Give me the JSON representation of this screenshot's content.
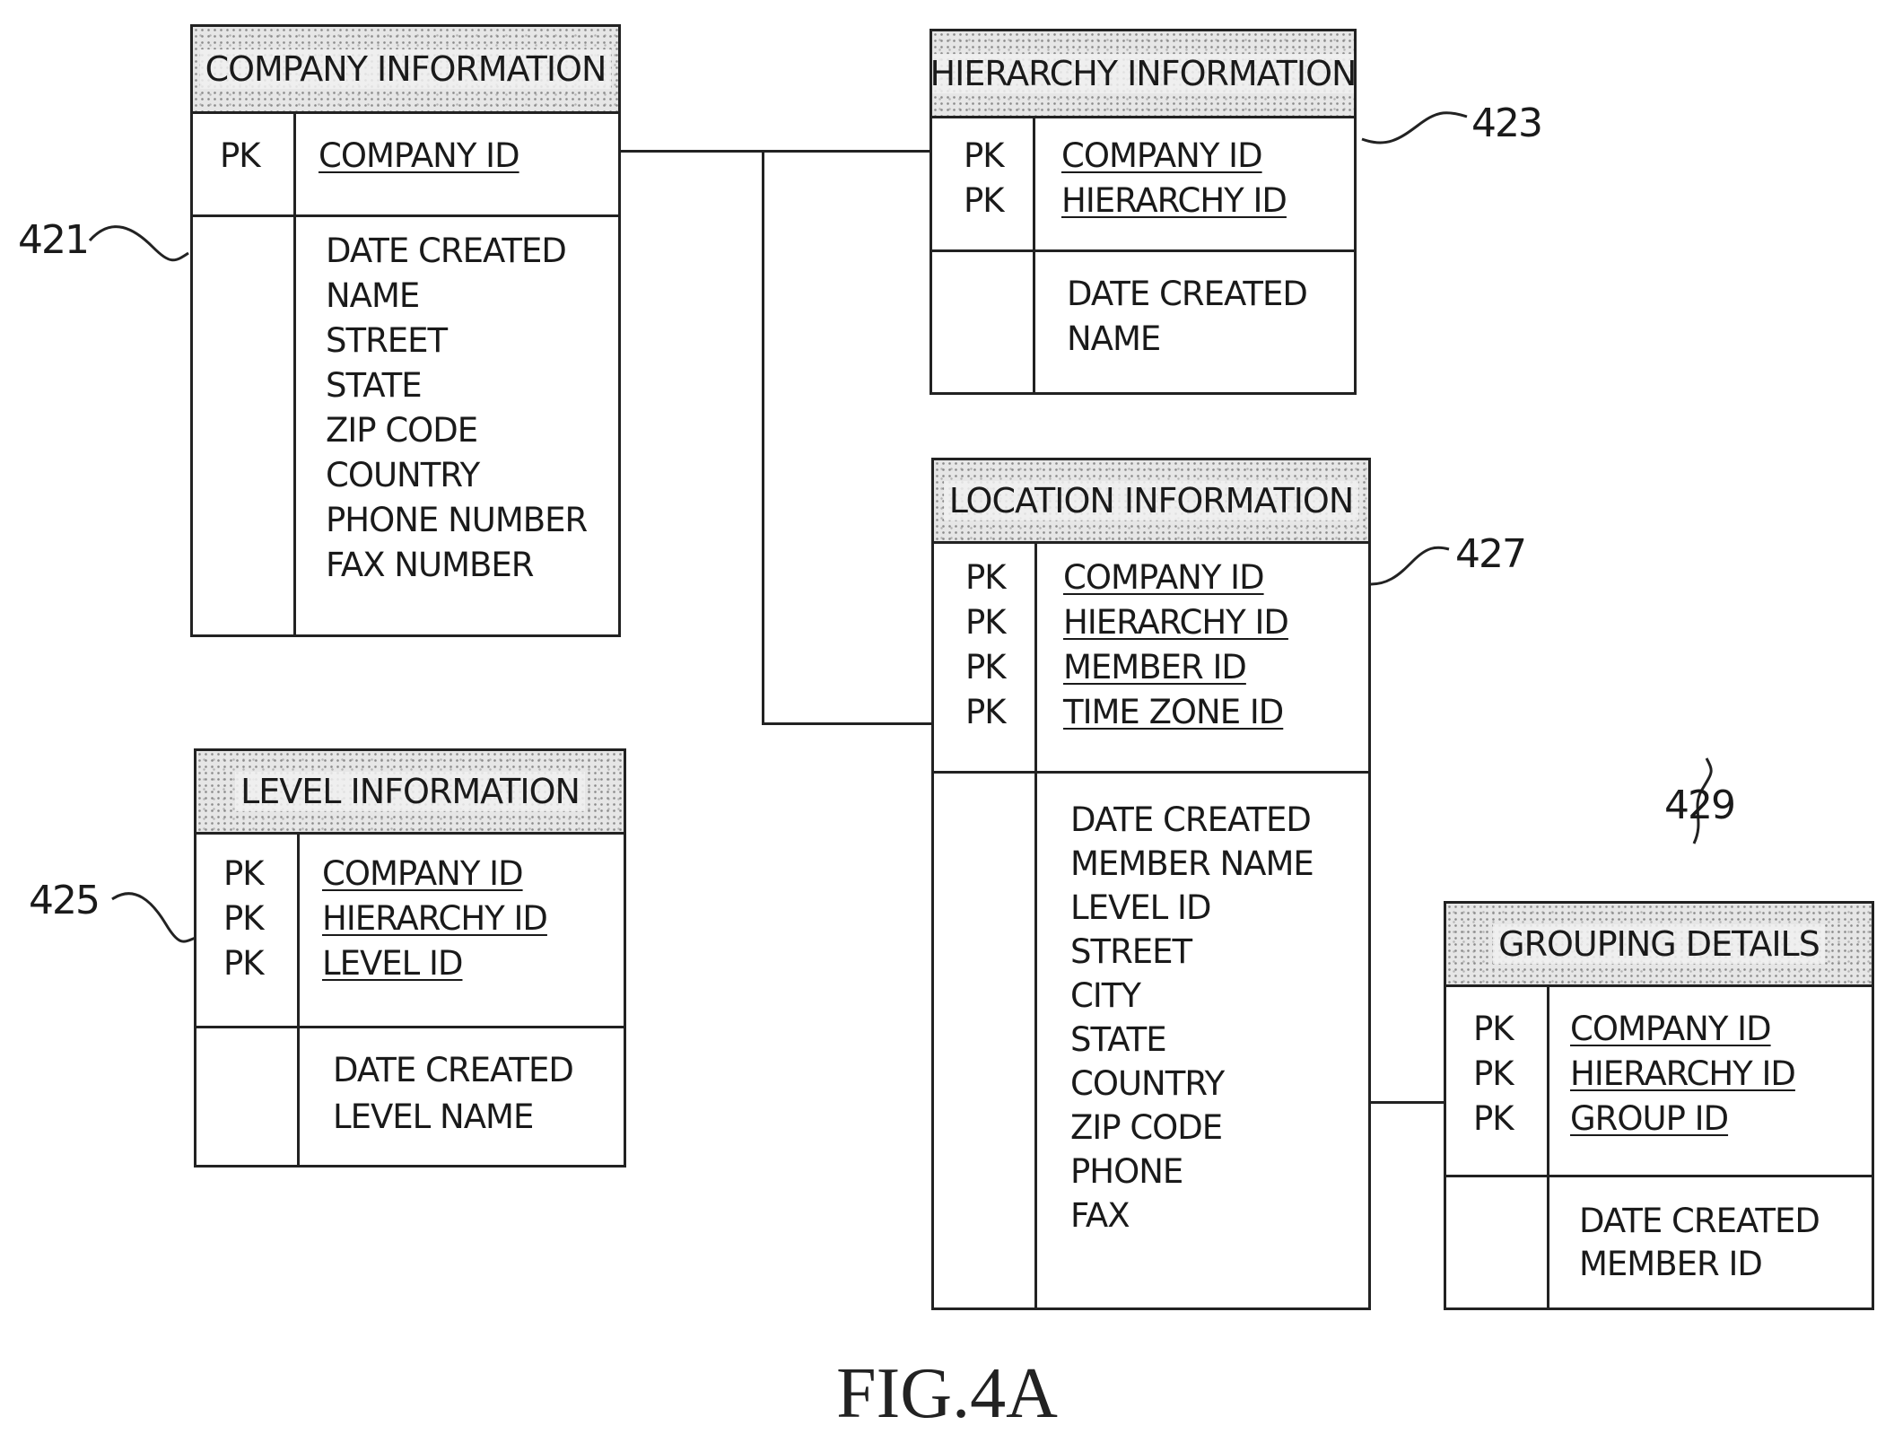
{
  "entities": {
    "company": {
      "title": "COMPANY INFORMATION",
      "pk_labels": [
        "PK"
      ],
      "pk_fields": [
        "COMPANY ID"
      ],
      "attributes": [
        "DATE CREATED",
        "NAME",
        "STREET",
        "STATE",
        "ZIP CODE",
        "COUNTRY",
        "PHONE NUMBER",
        "FAX NUMBER"
      ]
    },
    "hierarchy": {
      "title": "HIERARCHY INFORMATION",
      "pk_labels": [
        "PK",
        "PK"
      ],
      "pk_fields": [
        "COMPANY ID",
        "HIERARCHY ID"
      ],
      "attributes": [
        "DATE CREATED",
        "NAME"
      ]
    },
    "level": {
      "title": "LEVEL INFORMATION",
      "pk_labels": [
        "PK",
        "PK",
        "PK"
      ],
      "pk_fields": [
        "COMPANY ID",
        "HIERARCHY ID",
        "LEVEL ID"
      ],
      "attributes": [
        "DATE CREATED",
        "LEVEL NAME"
      ]
    },
    "location": {
      "title": "LOCATION INFORMATION",
      "pk_labels": [
        "PK",
        "PK",
        "PK",
        "PK"
      ],
      "pk_fields": [
        "COMPANY ID",
        "HIERARCHY ID",
        "MEMBER ID",
        "TIME ZONE ID"
      ],
      "attributes": [
        "DATE CREATED",
        "MEMBER NAME",
        "LEVEL ID",
        "STREET",
        "CITY",
        "STATE",
        "COUNTRY",
        "ZIP CODE",
        "PHONE",
        "FAX"
      ]
    },
    "grouping": {
      "title": "GROUPING DETAILS",
      "pk_labels": [
        "PK",
        "PK",
        "PK"
      ],
      "pk_fields": [
        "COMPANY ID",
        "HIERARCHY ID",
        "GROUP ID"
      ],
      "attributes": [
        "DATE CREATED",
        "MEMBER ID"
      ]
    }
  },
  "references": {
    "r421": "421",
    "r423": "423",
    "r425": "425",
    "r427": "427",
    "r429": "429"
  },
  "caption": "FIG.4A"
}
